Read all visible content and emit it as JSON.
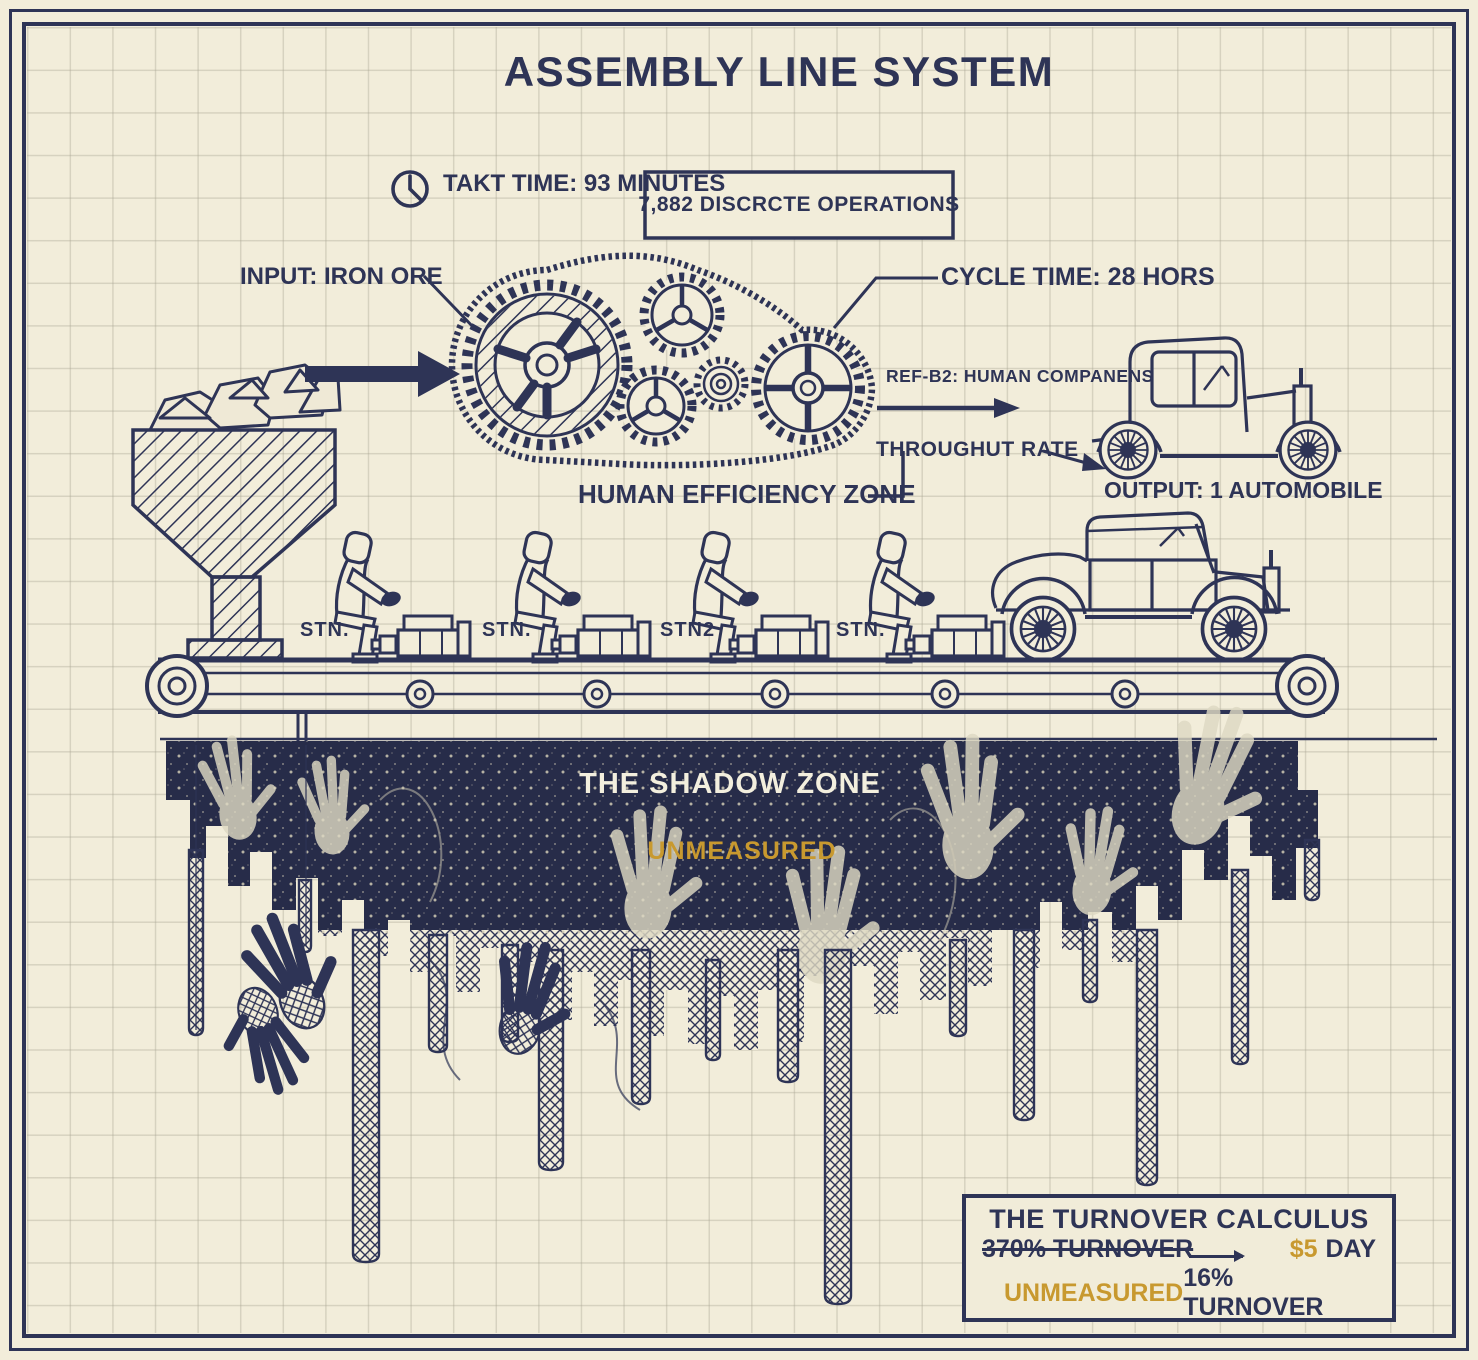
{
  "title": "ASSEMBLY LINE SYSTEM",
  "colors": {
    "navy": "#2e3456",
    "gold": "#c8992f",
    "cream": "#f2edda",
    "shadow_navy": "#272c49"
  },
  "annotations": {
    "takt_time": "TAKT TIME: 93 MINUTES",
    "operations": "7,882 DISCRCTE OPERATIONS",
    "input": "INPUT: IRON ORE",
    "cycle_time": "CYCLE TIME: 28 HORS",
    "ref": "REF-B2: HUMAN COMPANENS",
    "throughput": "THROUGHUT RATE",
    "efficiency_zone": "HUMAN EFFICIENCY ZONE",
    "output": "OUTPUT: 1 AUTOMOBILE"
  },
  "stations": [
    {
      "label": "STN."
    },
    {
      "label": "STN."
    },
    {
      "label": "STN2"
    },
    {
      "label": "STN."
    }
  ],
  "shadow_zone": {
    "title": "THE SHADOW ZONE",
    "subtitle": "UNMEASURED"
  },
  "turnover": {
    "title": "THE TURNOVER CALCULUS",
    "old_rate": "370% TURNOVER",
    "wage_amount": "$5",
    "wage_unit": "DAY",
    "unmeasured": "UNMEASURED",
    "new_rate": "16% TURNOVER"
  },
  "icons": {
    "clock": "clock-icon",
    "turnover_arrow": "right-arrow-icon",
    "input_arrow": "bold-right-arrow-icon"
  }
}
